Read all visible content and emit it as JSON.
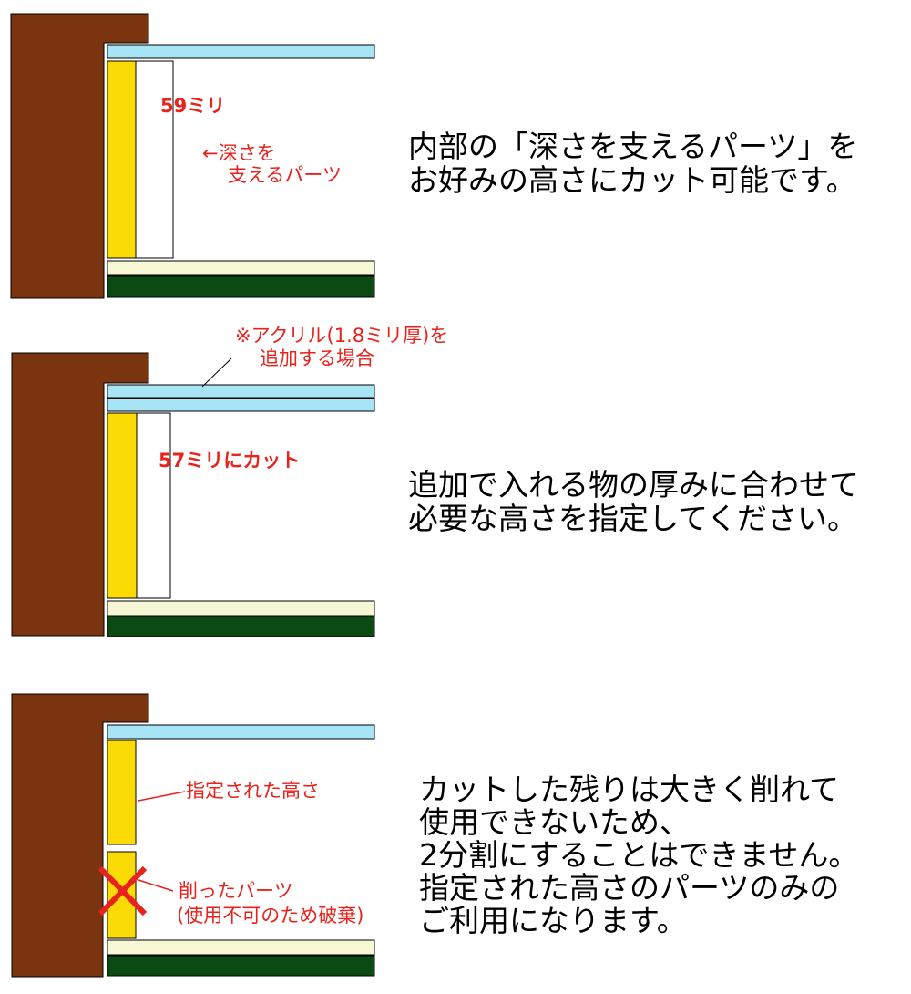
{
  "panels": [
    {
      "label_depth": "59ミリ",
      "label_part_lines": [
        "←深さを",
        "支えるパーツ"
      ],
      "description_lines": [
        "内部の「深さを支えるパーツ」を",
        "お好みの高さにカット可能です。"
      ]
    },
    {
      "label_acrylic_lines": [
        "※アクリル(1.8ミリ厚)を",
        "追加する場合"
      ],
      "label_cut": "57ミリにカット",
      "description_lines": [
        "追加で入れる物の厚みに合わせて",
        "必要な高さを指定してください。"
      ]
    },
    {
      "label_specified": "指定された高さ",
      "label_discarded_lines": [
        "削ったパーツ",
        "(使用不可のため破棄)"
      ],
      "description_lines": [
        "カットした残りは大きく削れて",
        "使用できないため、",
        "2分割にすることはできません。",
        "指定された高さのパーツのみの",
        "ご利用になります。"
      ]
    }
  ],
  "colors": {
    "frame_brown": "#7a3510",
    "acrylic_blue": "#a6e4f6",
    "part_yellow": "#fbdb05",
    "mat_cream": "#f7f7d5",
    "backboard_green": "#0c4a14",
    "annotation_red": "#e8231d"
  }
}
